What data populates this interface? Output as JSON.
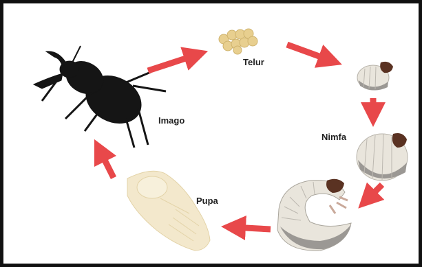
{
  "diagram": {
    "stages": [
      {
        "id": "telur",
        "label": "Telur"
      },
      {
        "id": "nimfa",
        "label": "Nimfa"
      },
      {
        "id": "pupa",
        "label": "Pupa"
      },
      {
        "id": "imago",
        "label": "Imago"
      }
    ]
  },
  "colors": {
    "frame": "#111111",
    "arrow": "#e8484a",
    "beetle": "#151515",
    "egg": "#e8cf8f",
    "larva_body": "#e9e5dc",
    "larva_shadow": "#9b9894",
    "larva_head": "#5a3222",
    "pupa": "#f2e6c7"
  }
}
